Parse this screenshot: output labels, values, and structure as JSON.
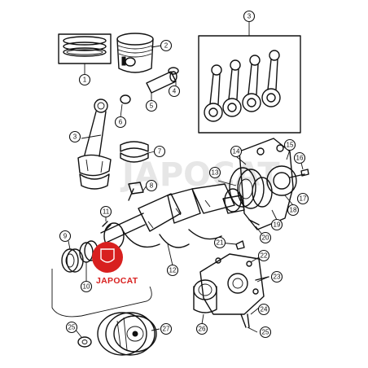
{
  "logo": {
    "text": "JAPOCAT",
    "color": "#d8201f"
  },
  "watermark": {
    "text": "JAPOCAT",
    "color": "#b8b8b8"
  },
  "callouts": [
    {
      "id": "callout-1",
      "label": "1"
    },
    {
      "id": "callout-2",
      "label": "2"
    },
    {
      "id": "callout-3a",
      "label": "3"
    },
    {
      "id": "callout-3b",
      "label": "3"
    },
    {
      "id": "callout-4",
      "label": "4"
    },
    {
      "id": "callout-5",
      "label": "5"
    },
    {
      "id": "callout-6",
      "label": "6"
    },
    {
      "id": "callout-7",
      "label": "7"
    },
    {
      "id": "callout-8",
      "label": "8"
    },
    {
      "id": "callout-9",
      "label": "9"
    },
    {
      "id": "callout-10",
      "label": "10"
    },
    {
      "id": "callout-11",
      "label": "11"
    },
    {
      "id": "callout-12",
      "label": "12"
    },
    {
      "id": "callout-13",
      "label": "13"
    },
    {
      "id": "callout-14",
      "label": "14"
    },
    {
      "id": "callout-15",
      "label": "15"
    },
    {
      "id": "callout-16",
      "label": "16"
    },
    {
      "id": "callout-17",
      "label": "17"
    },
    {
      "id": "callout-18",
      "label": "18"
    },
    {
      "id": "callout-19",
      "label": "19"
    },
    {
      "id": "callout-20",
      "label": "20"
    },
    {
      "id": "callout-21",
      "label": "21"
    },
    {
      "id": "callout-22",
      "label": "22"
    },
    {
      "id": "callout-23",
      "label": "23"
    },
    {
      "id": "callout-24",
      "label": "24"
    },
    {
      "id": "callout-25a",
      "label": "25"
    },
    {
      "id": "callout-25b",
      "label": "25"
    },
    {
      "id": "callout-26",
      "label": "26"
    },
    {
      "id": "callout-27",
      "label": "27"
    }
  ]
}
